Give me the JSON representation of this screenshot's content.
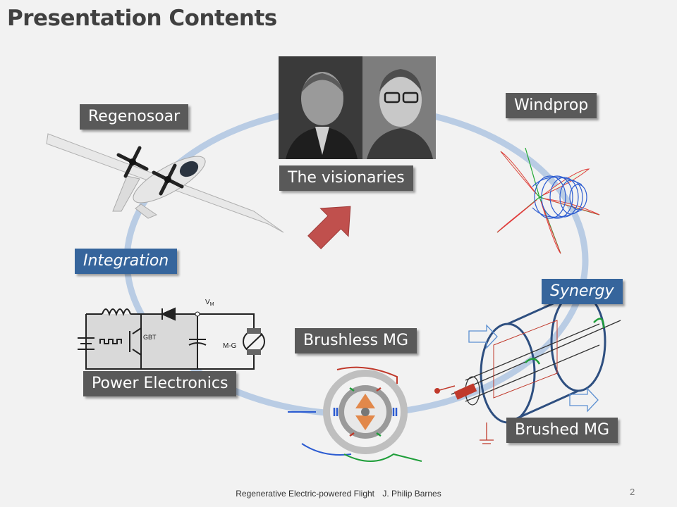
{
  "slide": {
    "title": "Presentation Contents",
    "page_number": "2"
  },
  "labels": {
    "regenosoar": "Regenosoar",
    "visionaries": "The visionaries",
    "windprop": "Windprop",
    "integration": "Integration",
    "synergy": "Synergy",
    "brushless_mg": "Brushless MG",
    "power_electronics": "Power Electronics",
    "brushed_mg": "Brushed MG"
  },
  "circuit": {
    "gbt_label": "GBT",
    "vm_label": "V",
    "vm_sub": "M",
    "mg_label": "M-G"
  },
  "footer": {
    "talk_title": "Regenerative Electric-powered Flight",
    "author": "J. Philip Barnes"
  },
  "colors": {
    "ring": "#b9cce4",
    "label_gray": "#595959",
    "label_blue": "#36659c",
    "arrow": "#c0504d"
  }
}
